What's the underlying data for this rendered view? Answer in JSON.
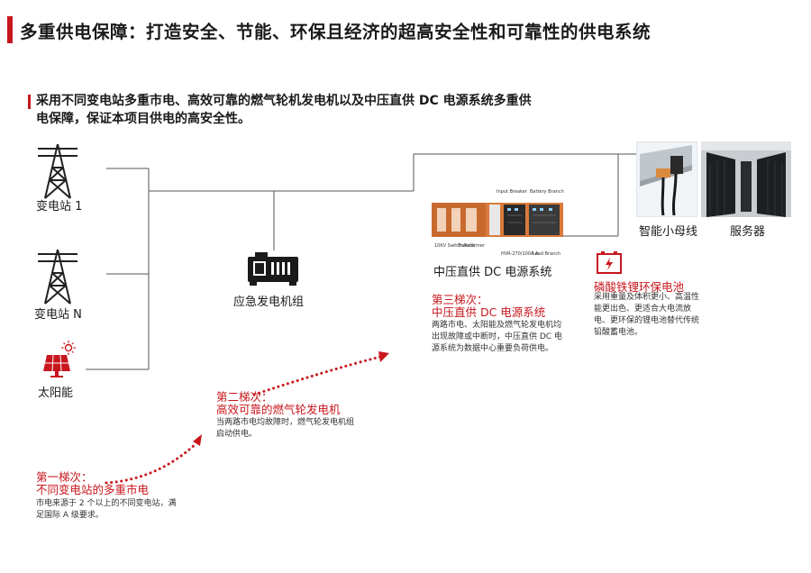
{
  "title": "多重供电保障：打造安全、节能、环保且经济的超高安全性和可靠性的供电系统",
  "subtitle": "采用不同变电站多重市电、高效可靠的燃气轮机发电机以及中压直供 DC 电源系统多重供电保障，保证本项目供电的高安全性。",
  "sources": {
    "substation1": "变电站 1",
    "substationN": "变电站 N",
    "solar": "太阳能"
  },
  "generator": {
    "label": "应急发电机组"
  },
  "dc_system": {
    "label": "中压直供 DC 电源系统",
    "tags": {
      "input_breaker": "Input Breaker",
      "battery_branch": "Battery Branch",
      "switch_rack": "10KV Switch Rack",
      "transformer": "Transformer",
      "hvr": "HVR-270/100A A",
      "load_branch": "Load Branch"
    }
  },
  "loads": {
    "busway": "智能小母线",
    "server": "服务器"
  },
  "battery": {
    "title": "磷酸铁锂环保电池",
    "desc": "采用重量及体积更小、高温性能更出色、更适合大电流放电、更环保的锂电池替代传统铅酸蓄电池。"
  },
  "tier1": {
    "label": "第一梯次：",
    "name": "不同变电站的多重市电",
    "desc": "市电来源于 2 个以上的不同变电站，满足国际 A 级要求。"
  },
  "tier2": {
    "label": "第二梯次：",
    "name": "高效可靠的燃气轮发电机",
    "desc": "当两路市电均故障时，燃气轮发电机组启动供电。"
  },
  "tier3": {
    "label": "第三梯次：",
    "name": "中压直供 DC 电源系统",
    "desc": "两路市电、太阳能及燃气轮发电机均出现故障或中断时，中压直供 DC 电源系统为数据中心重要负荷供电。"
  },
  "colors": {
    "accent": "#c8161d",
    "line": "#555555"
  }
}
